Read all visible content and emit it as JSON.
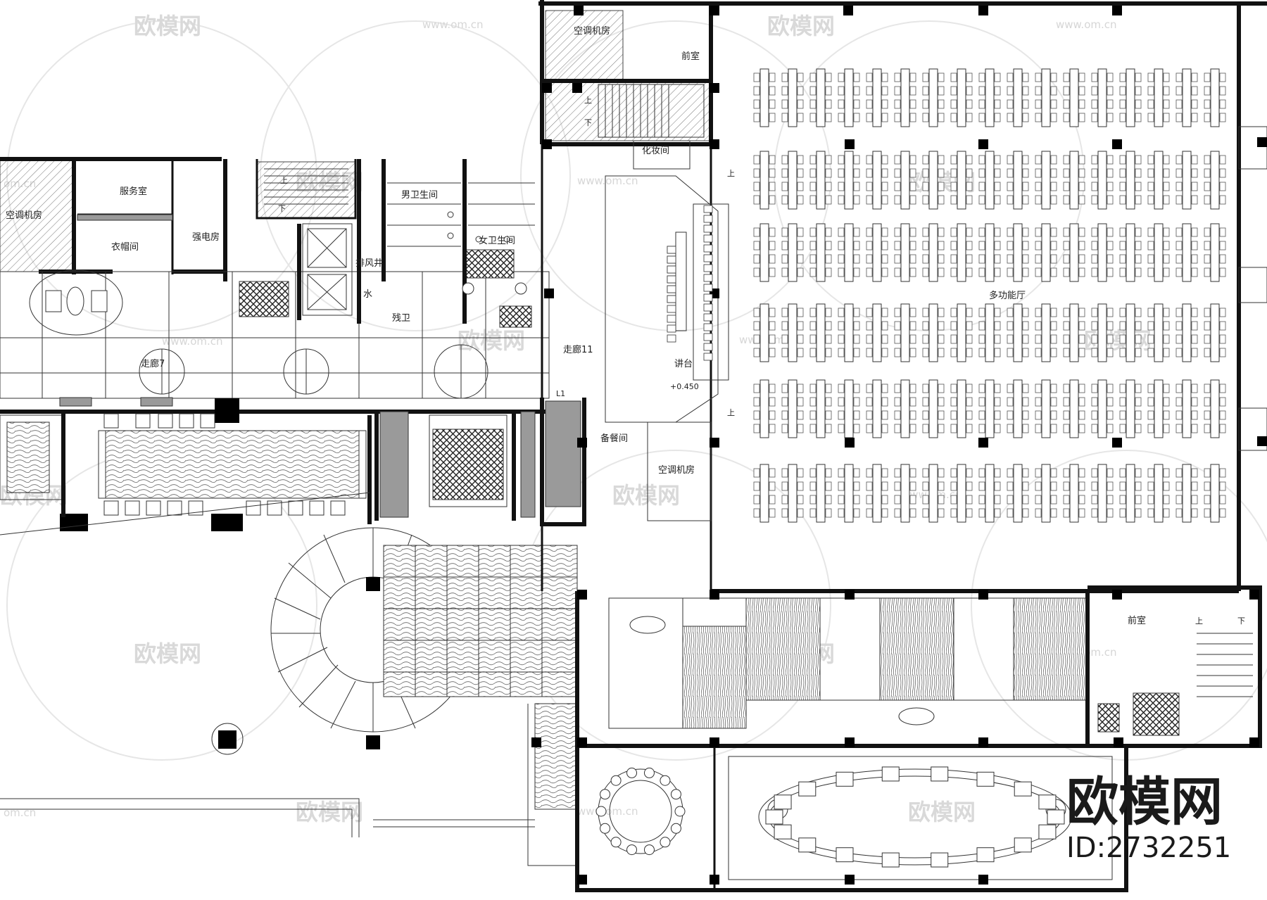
{
  "rooms": {
    "ac_room_top": "空调机房",
    "anteroom_top": "前室",
    "ac_room_left": "空调机房",
    "service_room": "服务室",
    "cloakroom": "衣帽间",
    "electrical_room": "强电房",
    "mens_restroom": "男卫生间",
    "womens_restroom": "女卫生间",
    "exhaust_shaft": "排风井",
    "water": "水",
    "disabled_wc": "残卫",
    "makeup_room": "化妆间",
    "corridor_7": "走廊7",
    "corridor_11": "走廊11",
    "stage": "讲台",
    "stage_level": "+0.450",
    "pantry": "备餐间",
    "ac_room_mid": "空调机房",
    "multifunction_hall": "多功能厅",
    "anteroom_right": "前室"
  },
  "stair_marks": {
    "up": "上",
    "down": "下",
    "l1": "L1"
  },
  "watermark": {
    "cn": "欧模网",
    "url": "www.om.cn",
    "url_short": "om.cn"
  },
  "branding": {
    "logo_text": "欧模网",
    "id_text": "ID:2732251"
  }
}
